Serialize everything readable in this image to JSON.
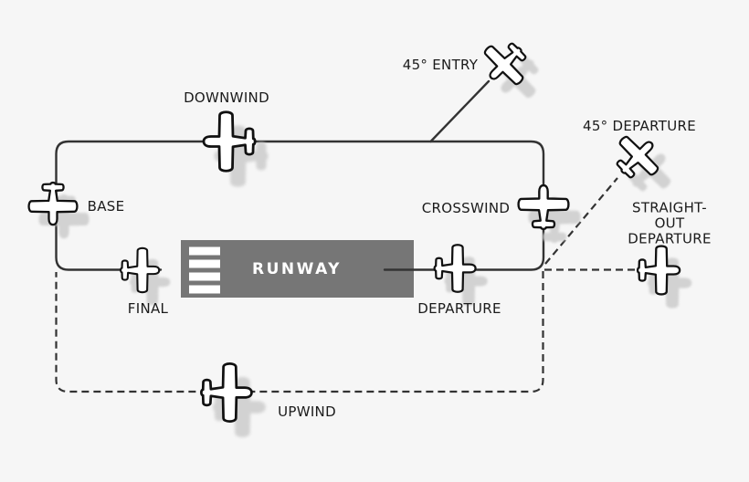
{
  "labels": {
    "entry_45": "45° ENTRY",
    "downwind": "DOWNWIND",
    "departure_45": "45° DEPARTURE",
    "base": "BASE",
    "crosswind": "CROSSWIND",
    "straight_out_departure": "STRAIGHT-OUT\nDEPARTURE",
    "runway": "RUNWAY",
    "final": "FINAL",
    "departure": "DEPARTURE",
    "upwind": "UPWIND"
  },
  "colors": {
    "background": "#f6f6f6",
    "line": "#333333",
    "runway_fill": "#767676",
    "runway_stripe": "#ffffff",
    "runway_text": "#ffffff",
    "label_text": "#1b1b1b",
    "airplane_fill": "#ffffff",
    "airplane_outline": "#111111",
    "airplane_shadow": "#cccccc"
  },
  "legs": {
    "solid": [
      "DOWNWIND",
      "BASE",
      "FINAL",
      "CROSSWIND",
      "DEPARTURE",
      "45° ENTRY"
    ],
    "dashed": [
      "UPWIND",
      "45° DEPARTURE",
      "STRAIGHT-OUT DEPARTURE"
    ]
  },
  "airplanes": [
    {
      "name": "downwind-airplane",
      "leg": "DOWNWIND",
      "pointing": "west"
    },
    {
      "name": "base-airplane",
      "leg": "BASE",
      "pointing": "south"
    },
    {
      "name": "final-airplane",
      "leg": "FINAL",
      "pointing": "east"
    },
    {
      "name": "crosswind-airplane",
      "leg": "CROSSWIND",
      "pointing": "north"
    },
    {
      "name": "departure-airplane",
      "leg": "DEPARTURE",
      "pointing": "east"
    },
    {
      "name": "upwind-airplane",
      "leg": "UPWIND",
      "pointing": "east"
    },
    {
      "name": "entry-45-airplane",
      "leg": "45° ENTRY",
      "pointing": "southwest"
    },
    {
      "name": "departure-45-airplane",
      "leg": "45° DEPARTURE",
      "pointing": "northeast"
    },
    {
      "name": "straight-out-airplane",
      "leg": "STRAIGHT-OUT DEPARTURE",
      "pointing": "east"
    }
  ]
}
